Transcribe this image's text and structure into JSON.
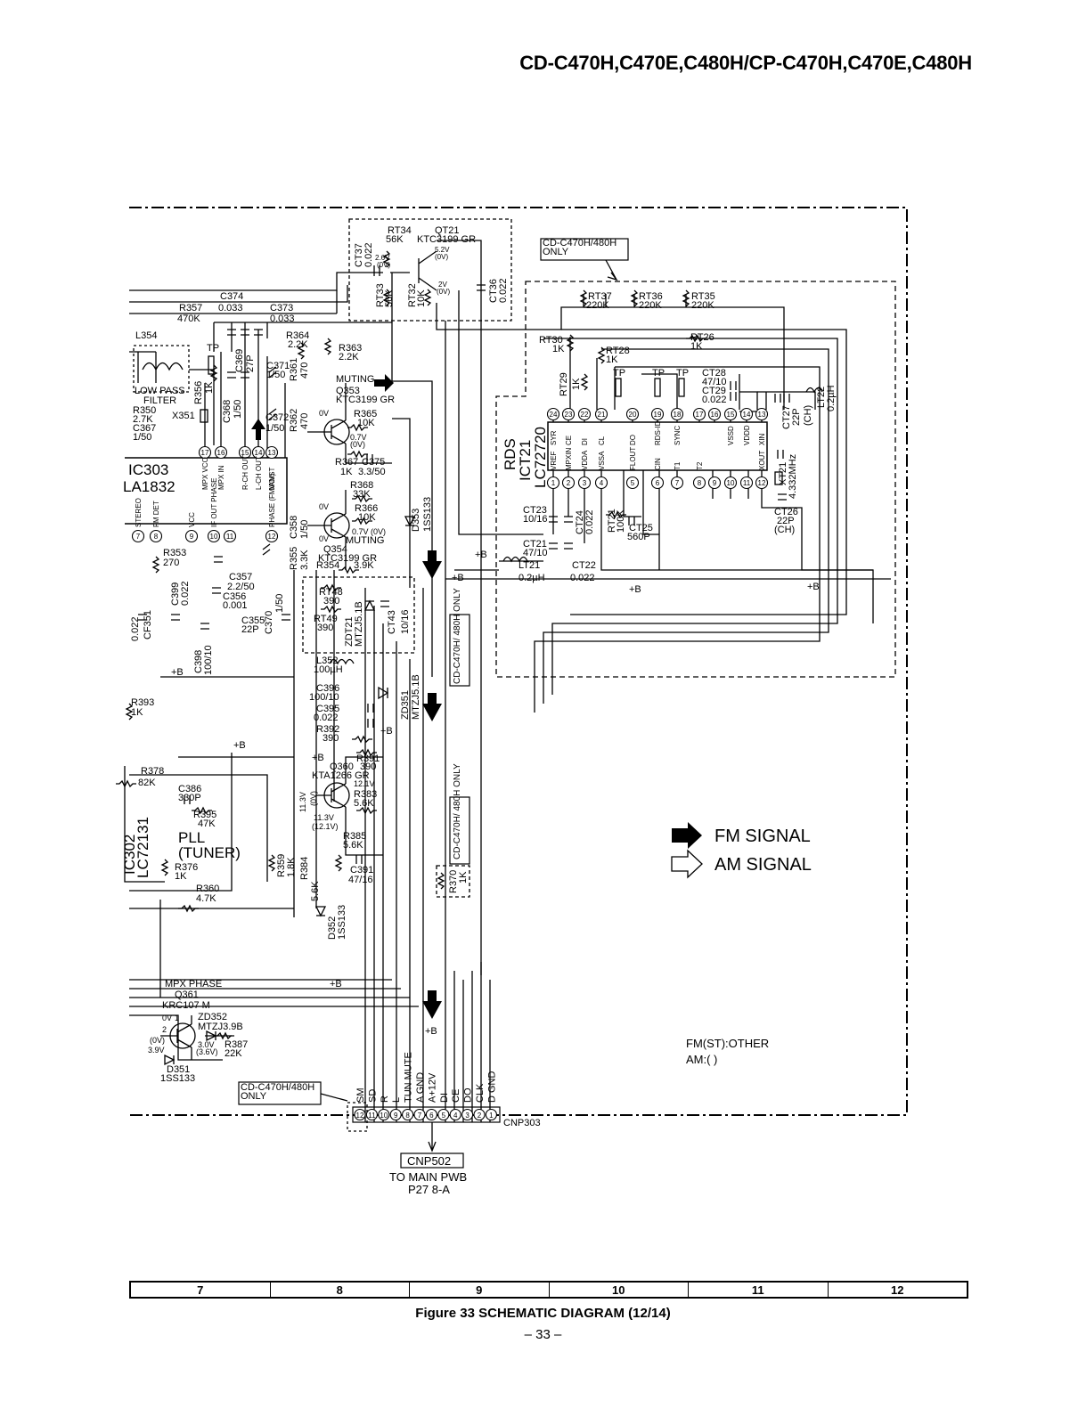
{
  "header": {
    "model_title": "CD-C470H,C470E,C480H/CP-C470H,C470E,C480H"
  },
  "labels": {
    "qt21_ref": "QT21",
    "qt21_part": "KTC3199 GR",
    "rt34_ref": "RT34",
    "rt34_val": "56K",
    "ct37_ref": "CT37",
    "ct37_val": "0.022",
    "v_2_6": "2.6V",
    "v_0v_a": "(0V)",
    "v_5_2": "5.2V",
    "v_0v_b": "(0V)",
    "v_2v": "2V",
    "v_0v_c": "(0V)",
    "rt33_ref": "RT33",
    "rt33_val": "56K",
    "rt32_ref": "RT32",
    "rt32_val": "10K",
    "ct36_ref": "CT36",
    "ct36_val": "0.022",
    "only_note_top": "CD-C470H/480H ONLY",
    "rt37_ref": "RT37",
    "rt37_val": "220K",
    "rt36_ref": "RT36",
    "rt36_val": "220K",
    "rt35_ref": "RT35",
    "rt35_val": "220K",
    "rt30_ref": "RT30",
    "rt30_val": "1K",
    "rt28_ref": "RT28",
    "rt28_val": "1K",
    "rt26_ref": "RT26",
    "rt26_val": "1K",
    "rt29_ref": "RT29",
    "rt29_val": "1K",
    "tp": "TP",
    "ct28_ref": "CT28",
    "ct28_val": "47/10",
    "ct29_ref": "CT29",
    "ct29_val": "0.022",
    "lt22_ref": "LT22",
    "lt22_val": "0.2µH",
    "ct27_ref": "CT27",
    "ct27_val": "22P",
    "ch": "(CH)",
    "rds_title": "RDS",
    "ict21": "ICT21",
    "lc72720": "LC72720",
    "pin_top_names": [
      "SYR",
      "CE",
      "DI",
      "CL",
      "DO",
      "RDS-ID",
      "SYNC",
      "",
      "",
      "VSSD",
      "VDDD",
      "XIN"
    ],
    "pin_top_nums": [
      "24",
      "23",
      "22",
      "21",
      "20",
      "19",
      "18",
      "17",
      "16",
      "15",
      "14",
      "13"
    ],
    "pin_bot_names": [
      "VREF",
      "MPXIN",
      "VDDA",
      "VSSA",
      "FLOUT",
      "CIN",
      "T1",
      "T2",
      "",
      "",
      "",
      "XOUT"
    ],
    "pin_bot_nums": [
      "1",
      "2",
      "3",
      "4",
      "5",
      "6",
      "7",
      "8",
      "9",
      "10",
      "11",
      "12"
    ],
    "xt21_ref": "XT21",
    "xt21_val": "4.332MHz",
    "ct23_ref": "CT23",
    "ct23_val": "10/16",
    "ct24_ref": "CT24",
    "ct24_val": "0.022",
    "rt21_ref": "RT21",
    "rt21_val": "100K",
    "ct25_ref": "CT25",
    "ct25_val": "560P",
    "ct26_ref": "CT26",
    "ct26_val": "22P",
    "ct26_ch": "(CH)",
    "ct21_ref": "CT21",
    "ct21_val": "47/10",
    "lt21_ref": "LT21",
    "lt21_val": "0.2µH",
    "ct22_ref": "CT22",
    "ct22_val": "0.022",
    "plus_b": "+B",
    "c374_ref": "C374",
    "c374_val": "0.033",
    "r357_ref": "R357",
    "r357_val": "470K",
    "c373_ref": "C373",
    "c373_val": "0.033",
    "l354": "L354",
    "r364_ref": "R364",
    "r364_val": "2.2K",
    "r363_ref": "R363",
    "r363_val": "2.2K",
    "c369_ref": "C369",
    "c369_val": "27P",
    "c371_ref": "C371",
    "c371_val": "1/50",
    "r361_ref": "R361",
    "r361_val": "470",
    "muting": "MUTING",
    "q353_ref": "Q353",
    "q353_part": "KTC3199 GR",
    "low_pass": "LOW PASS",
    "filter": "FILTER",
    "r356_ref": "R356",
    "r356_val": "1K",
    "c368_ref": "C368",
    "c368_val": "1/50",
    "r350_ref": "R350",
    "r350_val": "2.7K",
    "c367_ref": "C367",
    "c367_val": "1/50",
    "x351": "X351",
    "c372_ref": "C372",
    "c372_val": "1/50",
    "r362_ref": "R362",
    "r362_val": "470",
    "r365_ref": "R365",
    "r365_val": "10K",
    "v0v": "0V",
    "v07": "0.7V",
    "v0paren": "(0V)",
    "r367_ref": "R367",
    "r367_val": "1K",
    "c375_ref": "C375",
    "c375_val": "3.3/50",
    "r368_ref": "R368",
    "r368_val": "33K",
    "r366_ref": "R366",
    "r366_val": "10K",
    "d353_ref": "D353",
    "d353_part": "1SS133",
    "v07_0v": "0.7V (0V)",
    "q354_ref": "Q354",
    "q354_part": "KTC3199 GR",
    "r354_ref": "R354",
    "r354_val": "3.9K",
    "r355_ref": "R355",
    "r355_val": "3.3K",
    "c358_ref": "C358",
    "c358_val": "1/50",
    "ic303_ref": "IC303",
    "ic303_part": "LA1832",
    "ic303_pins_top": [
      "MPX VCO",
      "MPX IN",
      "R-CH OUT",
      "L-CH OUT",
      "MO/ST"
    ],
    "ic303_pin_nums_top": [
      "17",
      "16",
      "15",
      "14",
      "13"
    ],
    "ic303_pins_bot": [
      "STEREO",
      "FM DET",
      "VCC",
      "IF OUT PHASE",
      "PHASE (FM/AM)"
    ],
    "ic303_pin_nums_bot": [
      "7",
      "8",
      "9",
      "10",
      "11",
      "12"
    ],
    "r353_ref": "R353",
    "r353_val": "270",
    "c357_ref": "C357",
    "c357_val": "2.2/50",
    "c356_ref": "C356",
    "c356_val": "0.001",
    "c355_ref": "C355",
    "c355_val": "22P",
    "c370_ref": "C370",
    "c370_val": "1/50",
    "cf351": "CF351",
    "cf_val": "0.022",
    "c399_ref": "C399",
    "c399_val": "0.022",
    "c398_ref": "C398",
    "c398_val": "100/10",
    "rt48_ref": "RT48",
    "rt48_val": "390",
    "rt49_ref": "RT49",
    "rt49_val": "390",
    "zdt21_ref": "ZDT21",
    "zdt21_part": "MTZJ5.1B",
    "ct43_ref": "CT43",
    "ct43_val": "10/16",
    "only_note_mid": "CD-C470H/ 480H ONLY",
    "l352_ref": "L352",
    "l352_val": "100µH",
    "c396_ref": "C396",
    "c396_val": "100/10",
    "c395_ref": "C395",
    "c395_val": "0.022",
    "r392_ref": "R392",
    "r392_val": "390",
    "zd351_ref": "ZD351",
    "zd351_part": "MTZJ5.1B",
    "r393_ref": "R393",
    "r393_val": "1K",
    "r391_ref": "R391",
    "r391_val": "390",
    "q360_ref": "Q360",
    "q360_part": "KTA1266 GR",
    "v12_1": "12.1V",
    "r383_ref": "R383",
    "r383_val": "5.6K",
    "v11_3": "11.3V",
    "v0paren2": "(0V)",
    "v11_3b": "11.3V",
    "v12_1p": "(12.1V)",
    "r378_ref": "R378",
    "r378_val": "82K",
    "c386_ref": "C386",
    "c386_val": "330P",
    "r395_ref": "R395",
    "r395_val": "47K",
    "ic302_ref": "IC302",
    "ic302_part": "LC72131",
    "pll": "PLL",
    "tuner": "(TUNER)",
    "r385_ref": "R385",
    "r385_val": "5.6K",
    "c391_ref": "C391",
    "c391_val": "47/16",
    "r376_ref": "R376",
    "r376_val": "1K",
    "r359_ref": "R359",
    "r359_val": "1.8K",
    "r384_ref": "R384",
    "r384_val": "5.6K",
    "r370_ref": "R370",
    "r370_val": "1K",
    "only_note_low": "CD-C470H/ 480H ONLY",
    "r360_ref": "R360",
    "r360_val": "4.7K",
    "d352_ref": "D352",
    "d352_part": "1SS133",
    "mpx_phase": "MPX PHASE",
    "q361_ref": "Q361",
    "q361_part": "KRC107 M",
    "zd352_ref": "ZD352",
    "zd352_part": "MTZJ3.9B",
    "v0v1": "0V",
    "pin1": "1",
    "pin2": "2",
    "v0paren3": "(0V)",
    "v3_9": "3.9V",
    "v3_0": "3.0V",
    "v3_6p": "(3.6V)",
    "r387_ref": "R387",
    "r387_val": "22K",
    "d351_ref": "D351",
    "d351_part": "1SS133",
    "only_note_bot": "CD-C470H/480H ONLY",
    "cnp303": "CNP303",
    "cnp303_signals": [
      "SM",
      "SD",
      "R",
      "L",
      "TUN MUTE",
      "A GND",
      "A+12V",
      "DI",
      "CE",
      "DO",
      "CLK",
      "D GND"
    ],
    "cnp303_pins": [
      "12",
      "11",
      "10",
      "9",
      "8",
      "7",
      "6",
      "5",
      "4",
      "3",
      "2",
      "1"
    ],
    "cnp502": "CNP502",
    "to_main": "TO MAIN PWB",
    "p27": "P27 8-A",
    "legend_fm": "FM SIGNAL",
    "legend_am": "AM SIGNAL",
    "voltage_note_1": "FM(ST):OTHER",
    "voltage_note_2": "AM:( )"
  },
  "grid_columns": [
    "7",
    "8",
    "9",
    "10",
    "11",
    "12"
  ],
  "caption": "Figure 33 SCHEMATIC DIAGRAM (12/14)",
  "page_number": "– 33 –"
}
